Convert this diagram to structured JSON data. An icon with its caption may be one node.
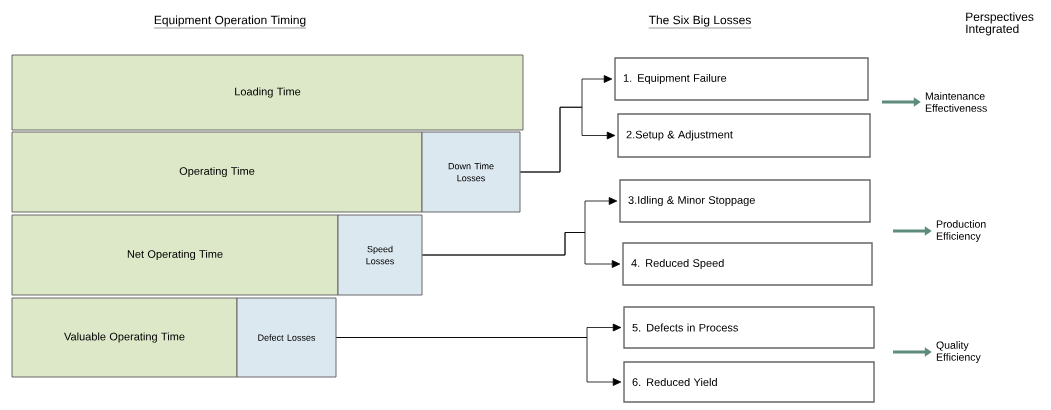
{
  "diagram": {
    "nodes": [
      {
        "text": [
          "Loading Time"
        ]
      },
      {
        "text": [
          "Operating Time"
        ]
      },
      {
        "text": [
          "Down Time Losses"
        ]
      },
      {
        "text": [
          "Net Operating Time"
        ]
      },
      {
        "text": [
          "Speed Losses"
        ]
      },
      {
        "text": [
          "Valuable Operating Time"
        ]
      },
      {
        "text": [
          "Defect Losses"
        ]
      },
      {
        "text": [
          "1. Equipment Failure"
        ]
      },
      {
        "text": [
          "2.Setup & Adjustment"
        ]
      },
      {
        "text": [
          "3.Idling & Minor Stoppage"
        ]
      },
      {
        "text": [
          "4. Reduced Speed"
        ]
      },
      {
        "text": [
          "5. Defects in Process"
        ]
      },
      {
        "text": [
          "6. Reduced Yield"
        ]
      },
      {
        "text": [
          "Maintenance Effectiveness"
        ]
      },
      {
        "text": [
          "Production Efficiency"
        ]
      },
      {
        "text": [
          "Quality Efficiency"
        ]
      }
    ],
    "edges": [
      {
        "from": 2,
        "to": 7,
        "arrow": "to"
      },
      {
        "from": 2,
        "to": 8,
        "arrow": "to"
      },
      {
        "from": 4,
        "to": 9,
        "arrow": "to"
      },
      {
        "from": 4,
        "to": 10,
        "arrow": "to"
      },
      {
        "from": 6,
        "to": 11,
        "arrow": "to"
      },
      {
        "from": 6,
        "to": 12,
        "arrow": "to"
      },
      {
        "from": null,
        "to": 13,
        "arrow": "to",
        "style": "thick",
        "color": "#5e8c7c"
      },
      {
        "from": null,
        "to": 14,
        "arrow": "to",
        "style": "thick",
        "color": "#5e8c7c"
      },
      {
        "from": null,
        "to": 15,
        "arrow": "to",
        "style": "thick",
        "color": "#5e8c7c"
      }
    ],
    "labels": [
      "Equipment Operation Timing",
      "The Six Big Losses",
      "Perspectives Integrated"
    ]
  }
}
